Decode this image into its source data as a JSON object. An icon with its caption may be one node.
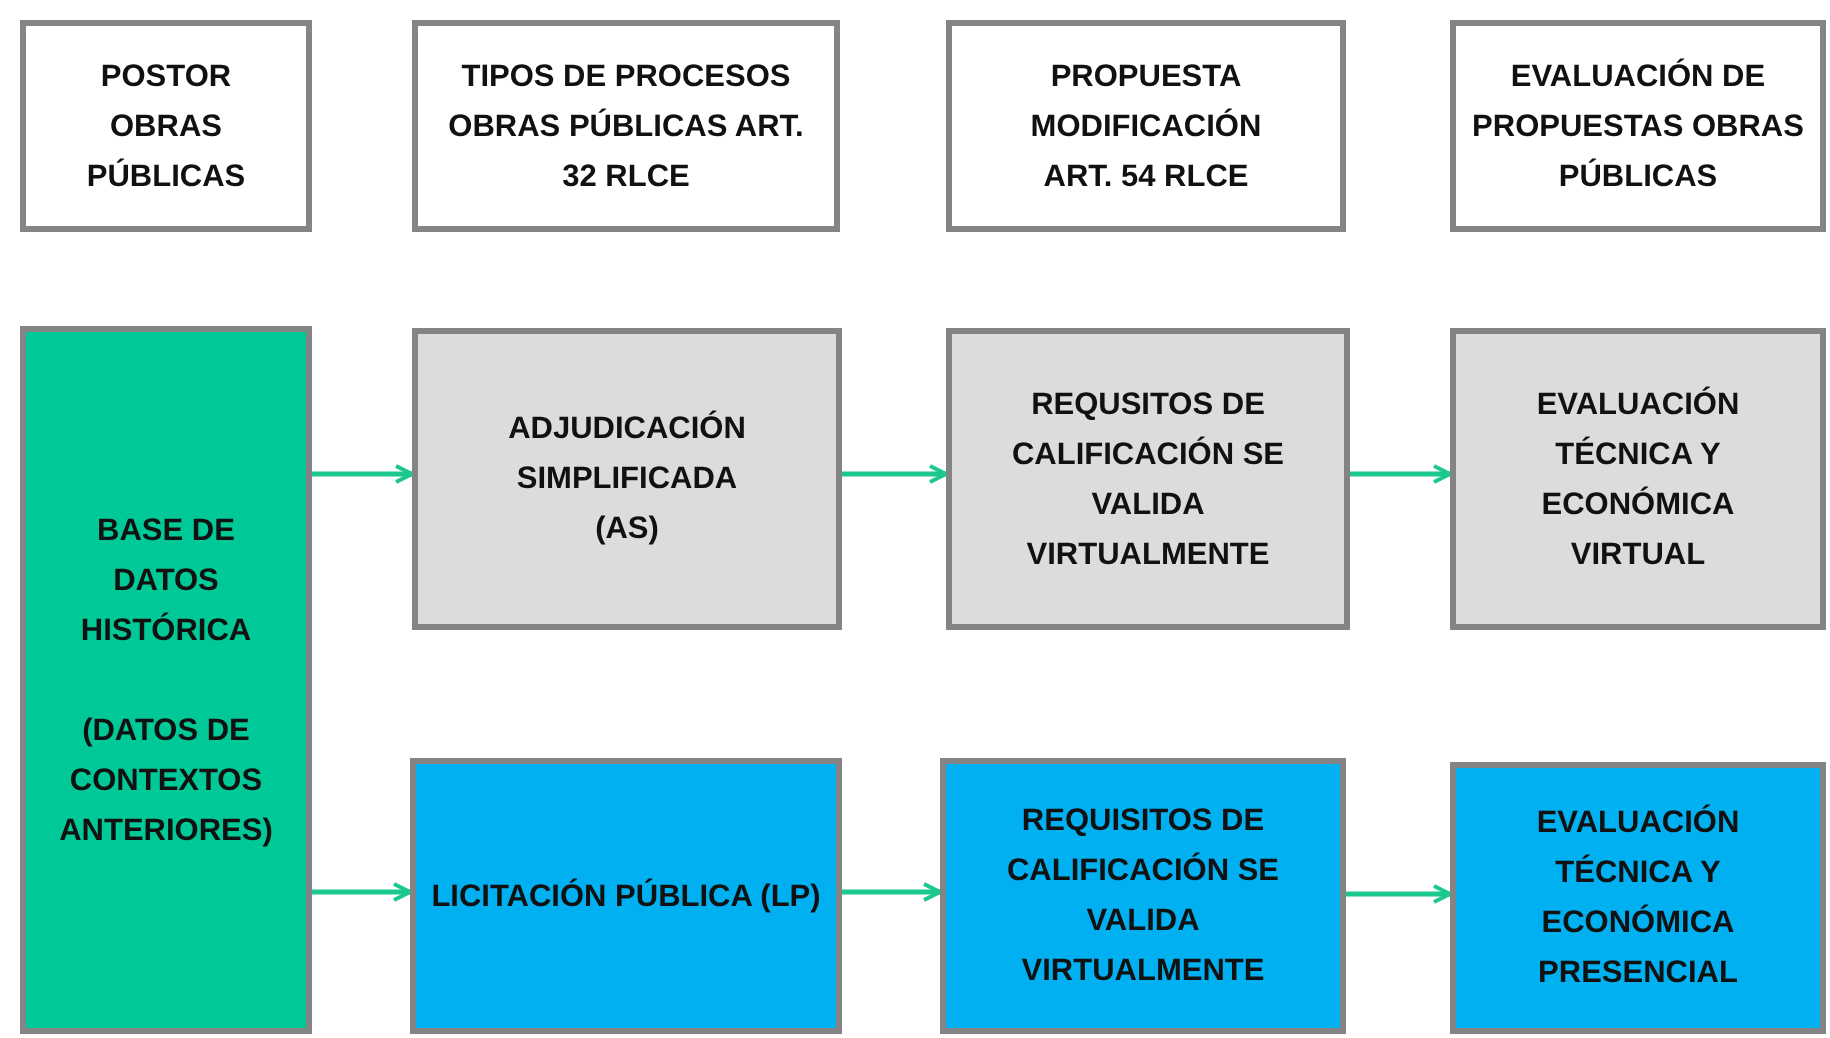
{
  "diagram": {
    "nodes": [
      {
        "text": [
          "POSTOR OBRAS PÚBLICAS"
        ]
      },
      {
        "text": [
          "TIPOS DE PROCESOS OBRAS PÚBLICAS ART. 32 RLCE"
        ]
      },
      {
        "text": [
          "PROPUESTA MODIFICACIÓN ART. 54 RLCE"
        ]
      },
      {
        "text": [
          "EVALUACIÓN DE PROPUESTAS OBRAS PÚBLICAS"
        ]
      },
      {
        "text": [
          "BASE DE DATOS HISTÓRICA",
          "(DATOS DE CONTEXTOS ANTERIORES)"
        ]
      },
      {
        "text": [
          "ADJUDICACIÓN SIMPLIFICADA (AS)"
        ]
      },
      {
        "text": [
          "REQUSITOS DE CALIFICACIÓN SE VALIDA VIRTUALMENTE"
        ]
      },
      {
        "text": [
          "EVALUACIÓN TÉCNICA Y ECONÓMICA VIRTUAL"
        ]
      },
      {
        "text": [
          "LICITACIÓN PÚBLICA (LP)"
        ]
      },
      {
        "text": [
          "REQUISITOS DE CALIFICACIÓN SE VALIDA VIRTUALMENTE"
        ]
      },
      {
        "text": [
          "EVALUACIÓN TÉCNICA  Y ECONÓMICA PRESENCIAL"
        ]
      }
    ],
    "edges": [
      {
        "from": 4,
        "to": 5,
        "arrow": "to"
      },
      {
        "from": 5,
        "to": 6,
        "arrow": "to"
      },
      {
        "from": 6,
        "to": 7,
        "arrow": "to"
      },
      {
        "from": 4,
        "to": 8,
        "arrow": "to"
      },
      {
        "from": 8,
        "to": 9,
        "arrow": "to"
      },
      {
        "from": 9,
        "to": 10,
        "arrow": "to"
      }
    ]
  }
}
